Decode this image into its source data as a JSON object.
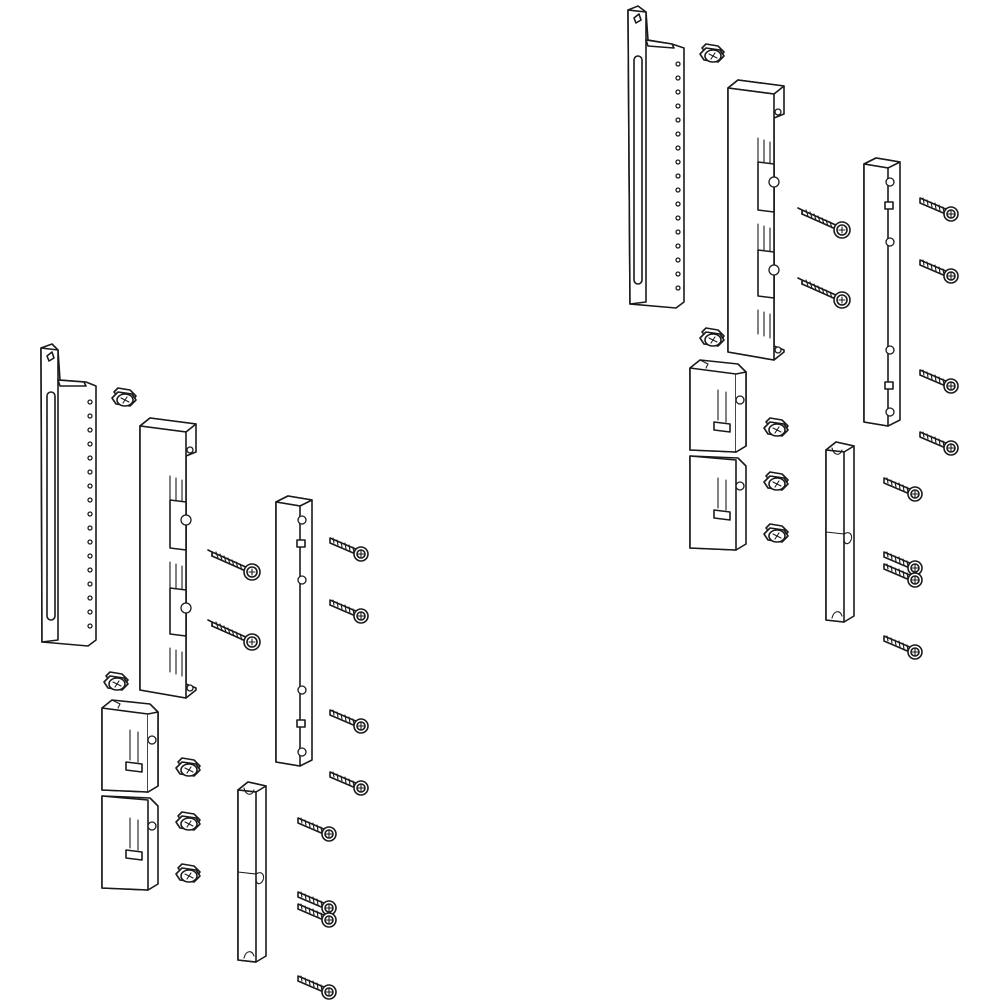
{
  "figure": {
    "kind": "exploded assembly drawing",
    "background": "#ffffff",
    "line_color": "#1a1a1a",
    "fill_color": "#ffffff",
    "shade_color": "#e9e9e9"
  },
  "kits": [
    {
      "id": "kit-left",
      "parts": [
        "slotted-bracket",
        "busbar-holder-long",
        "support-bar",
        "busbar-holder-short-pair",
        "connector-bar"
      ],
      "screws": {
        "pan-head-short": 8,
        "self-tapping-long": 2,
        "machine-screw": 8
      }
    },
    {
      "id": "kit-right",
      "parts": [
        "slotted-bracket",
        "busbar-holder-long",
        "support-bar",
        "busbar-holder-short-pair",
        "connector-bar"
      ],
      "screws": {
        "pan-head-short": 8,
        "self-tapping-long": 2,
        "machine-screw": 8
      }
    }
  ]
}
